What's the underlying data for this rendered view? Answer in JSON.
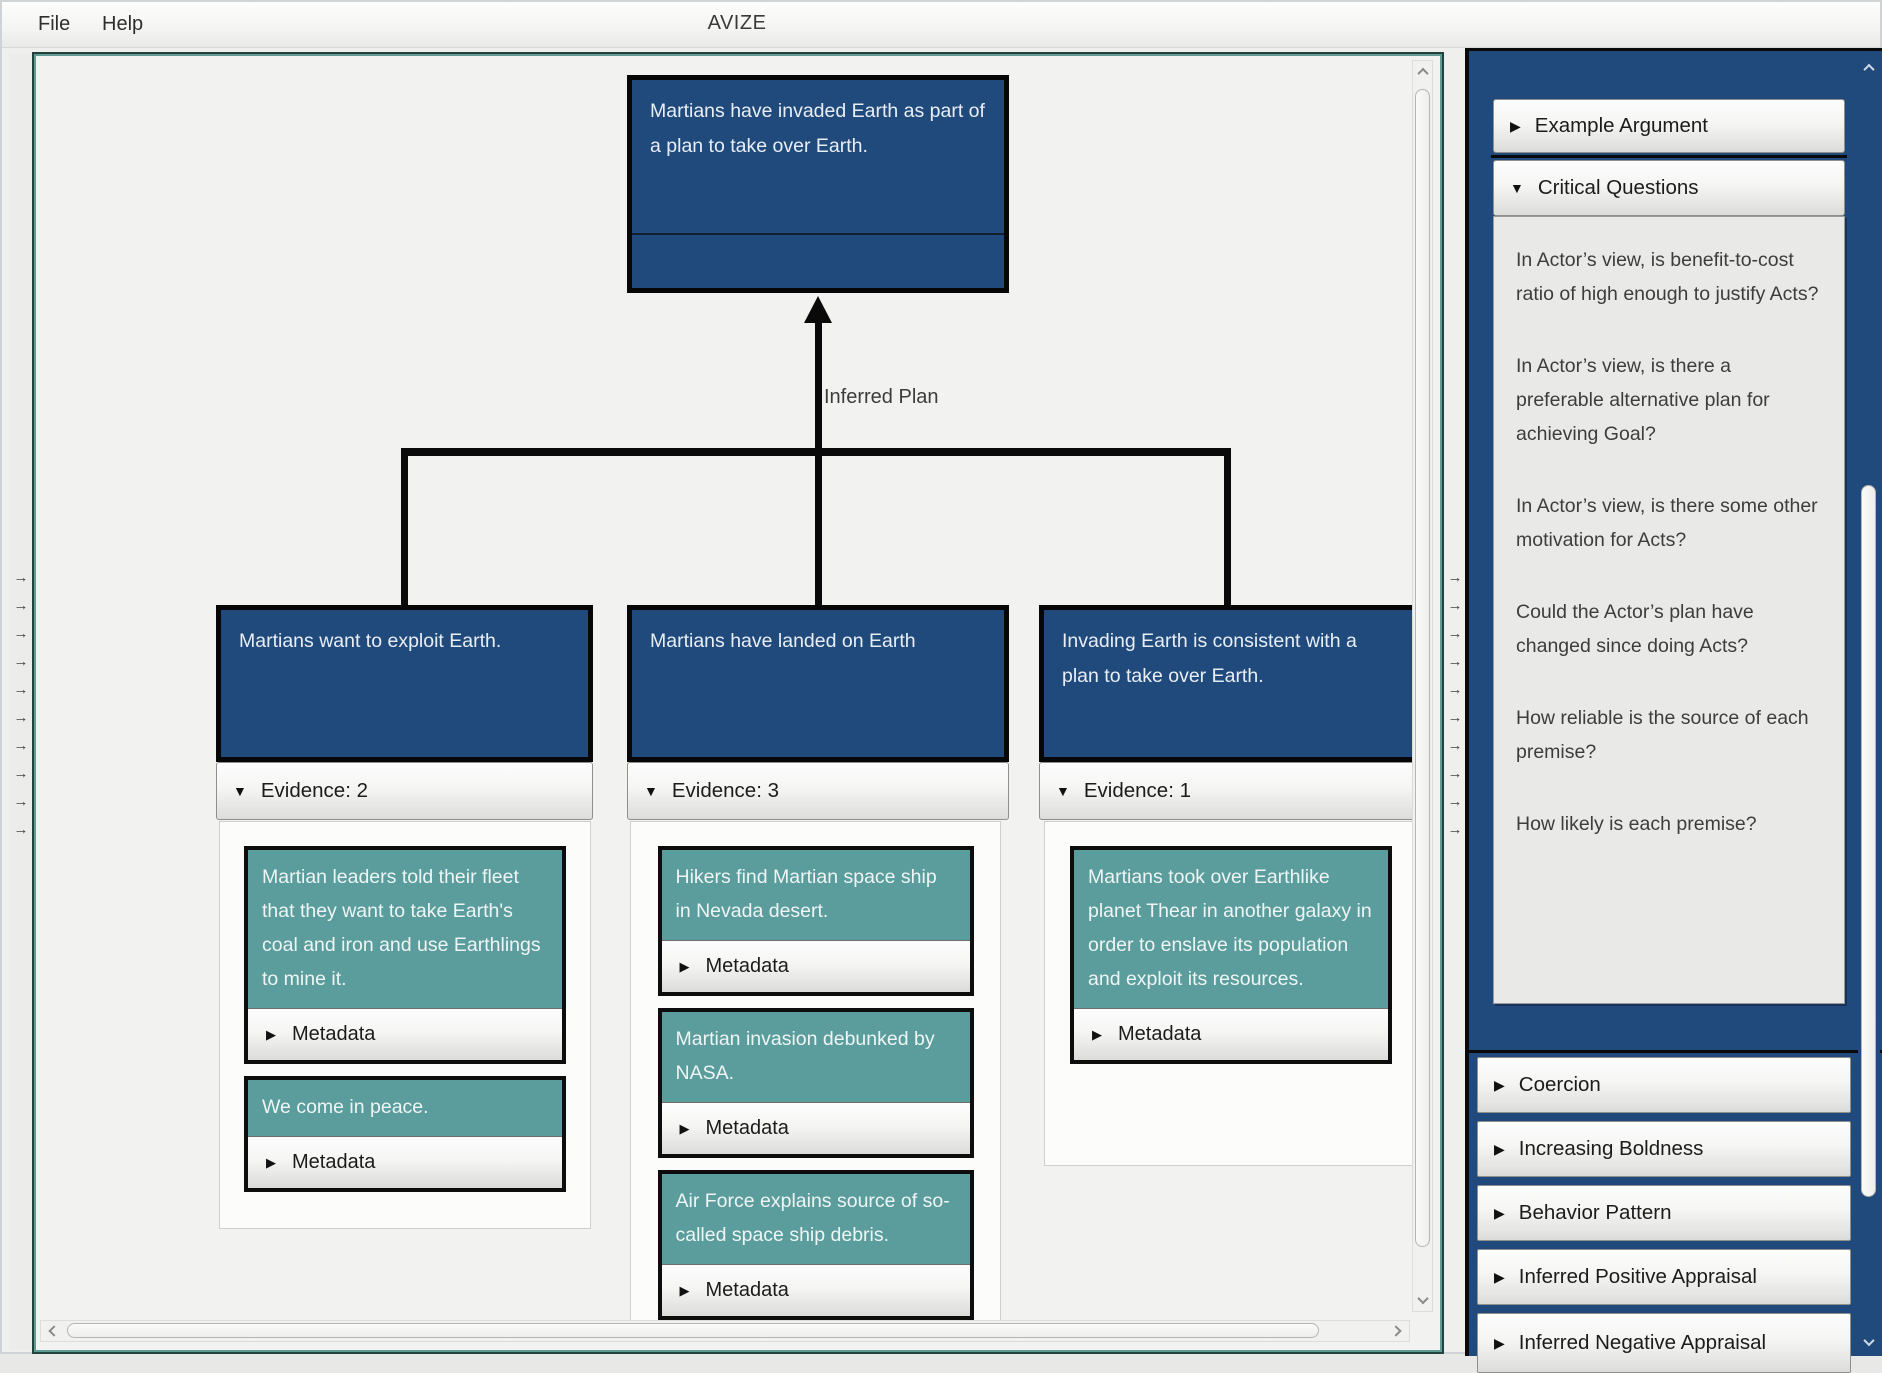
{
  "window": {
    "title": "AVIZE"
  },
  "menu": {
    "file": "File",
    "help": "Help"
  },
  "icons": {
    "expanded": "▼",
    "collapsed": "▶",
    "splitter_arrow": "→"
  },
  "diagram": {
    "conclusion": "Martians have invaded Earth as part of a plan to take over Earth.",
    "inference_label": "Inferred Plan",
    "metadata_label": "Metadata",
    "premises": [
      {
        "text": "Martians want to exploit Earth.",
        "evidence_count_label": "Evidence: 2",
        "evidence": [
          "Martian leaders told their fleet that they want to take Earth's coal and iron and use Earthlings to mine it.",
          "We come in peace."
        ]
      },
      {
        "text": "Martians have landed on Earth",
        "evidence_count_label": "Evidence: 3",
        "evidence": [
          "Hikers find Martian space ship in Nevada desert.",
          "Martian invasion debunked by NASA.",
          "Air Force explains source of so-called space ship debris."
        ]
      },
      {
        "text": "Invading Earth is consistent with a plan to take over Earth.",
        "evidence_count_label": "Evidence: 1",
        "evidence": [
          "Martians took over Earthlike planet Thear in another galaxy in order to enslave its population and exploit its resources."
        ]
      }
    ]
  },
  "sidebar": {
    "example_argument_label": "Example Argument",
    "critical_questions_label": "Critical Questions",
    "critical_questions": [
      "In Actor’s view, is benefit-to-cost ratio of high enough to justify Acts?",
      "In Actor’s view, is there a preferable alternative plan for achieving Goal?",
      "In Actor’s view, is there some other motivation for Acts?",
      "Could the Actor’s plan have changed since doing Acts?",
      "How reliable is the source of each premise?",
      "How likely is each premise?"
    ],
    "bottom_sections": [
      "Coercion",
      "Increasing Boldness",
      "Behavior Pattern",
      "Inferred Positive Appraisal",
      "Inferred Negative Appraisal"
    ]
  },
  "colors": {
    "node_blue": "#204a7c",
    "evidence_teal": "#5a9d9c",
    "sidebar_blue": "#204a7c",
    "frame_teal": "#23413d"
  }
}
